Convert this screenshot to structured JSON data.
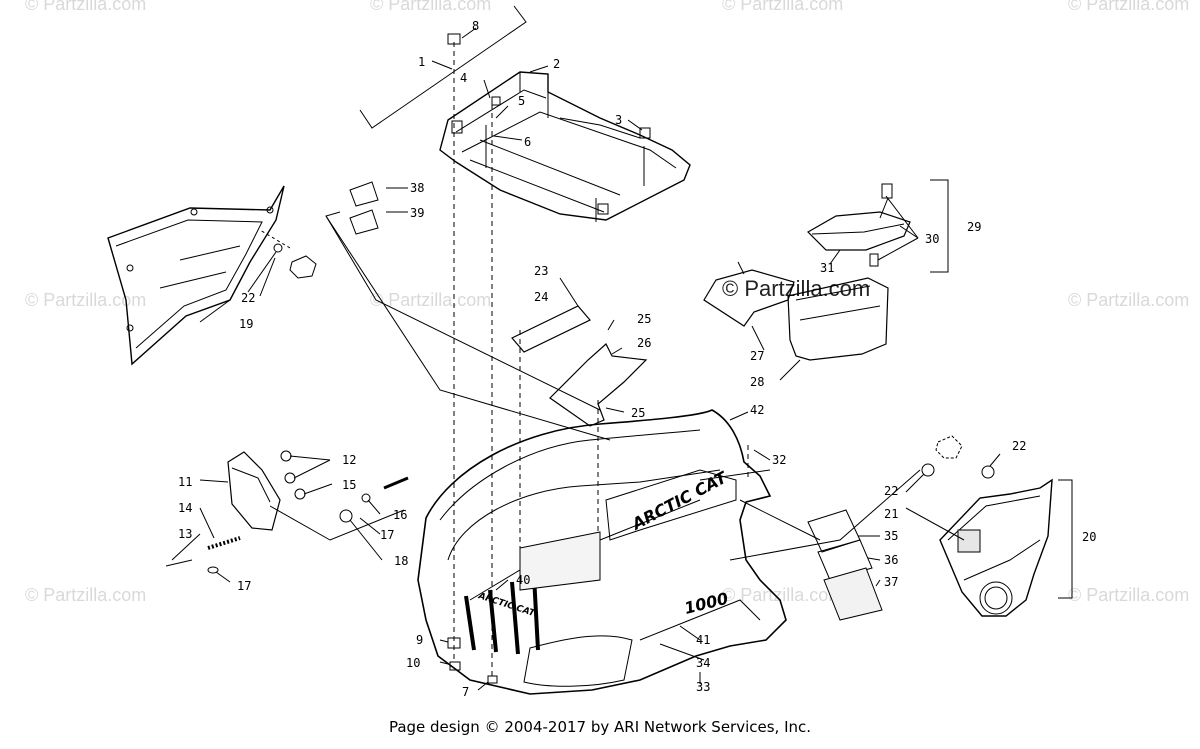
{
  "watermark": "© Partzilla.com",
  "footer": "Page design © 2004-2017 by ARI Network Services, Inc.",
  "decals": {
    "hood": "ARCTIC CAT",
    "grille": "ARCTIC CAT",
    "side": "1000"
  },
  "callouts": [
    "1",
    "2",
    "3",
    "4",
    "5",
    "6",
    "7",
    "8",
    "9",
    "10",
    "11",
    "12",
    "13",
    "14",
    "15",
    "16",
    "17",
    "17",
    "18",
    "19",
    "20",
    "21",
    "22",
    "22",
    "22",
    "23",
    "24",
    "25",
    "25",
    "26",
    "27",
    "28",
    "29",
    "30",
    "31",
    "32",
    "33",
    "34",
    "35",
    "36",
    "37",
    "38",
    "39",
    "40",
    "41",
    "42"
  ]
}
